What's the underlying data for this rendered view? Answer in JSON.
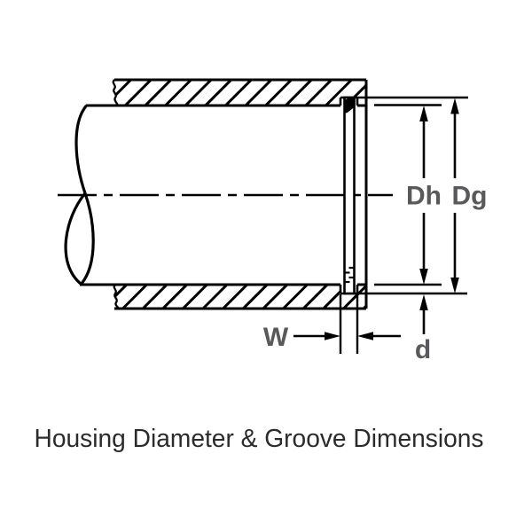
{
  "diagram": {
    "caption": "Housing Diameter & Groove Dimensions",
    "labels": {
      "bore_diameter": "Dh",
      "groove_diameter": "Dg",
      "groove_width": "W",
      "groove_depth": "d"
    },
    "colors": {
      "line": "#000000",
      "label": "#59595b",
      "caption": "#2b2b2b",
      "background": "#ffffff"
    }
  }
}
